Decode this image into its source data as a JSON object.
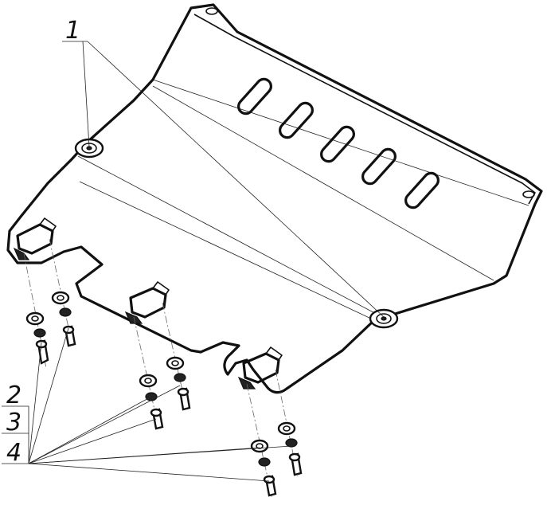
{
  "callouts": {
    "label_1": "1",
    "label_2": "2",
    "label_3": "3",
    "label_4": "4"
  }
}
